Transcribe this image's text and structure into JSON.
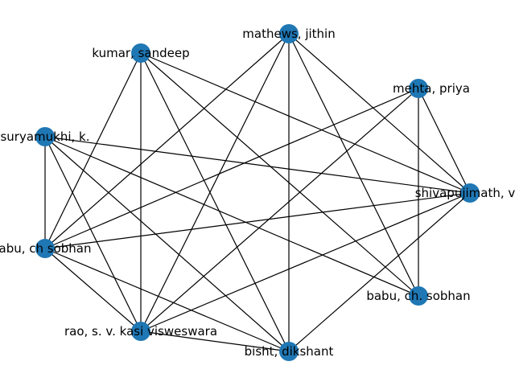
{
  "graph": {
    "node_color": "#1f77b4",
    "edge_color": "#000000",
    "nodes": [
      {
        "id": "mathews",
        "label": "mathews, jithin"
      },
      {
        "id": "kumar",
        "label": "kumar, sandeep"
      },
      {
        "id": "mehta",
        "label": "mehta, priya"
      },
      {
        "id": "surya",
        "label": "suryamukhi, k."
      },
      {
        "id": "shiva",
        "label": "shivapujimath, vis"
      },
      {
        "id": "babu_left",
        "label": "abu, ch sobhan"
      },
      {
        "id": "babu_right",
        "label": "babu, ch. sobhan"
      },
      {
        "id": "rao",
        "label": "rao, s. v. kasi visweswara"
      },
      {
        "id": "bisht",
        "label": "bisht, dikshant"
      }
    ],
    "edges": [
      [
        "mathews",
        "babu_left"
      ],
      [
        "mathews",
        "rao"
      ],
      [
        "mathews",
        "bisht"
      ],
      [
        "mathews",
        "shiva"
      ],
      [
        "mathews",
        "babu_right"
      ],
      [
        "kumar",
        "babu_left"
      ],
      [
        "kumar",
        "rao"
      ],
      [
        "kumar",
        "bisht"
      ],
      [
        "kumar",
        "shiva"
      ],
      [
        "kumar",
        "babu_right"
      ],
      [
        "mehta",
        "babu_left"
      ],
      [
        "mehta",
        "rao"
      ],
      [
        "mehta",
        "shiva"
      ],
      [
        "mehta",
        "babu_right"
      ],
      [
        "surya",
        "shiva"
      ],
      [
        "surya",
        "babu_right"
      ],
      [
        "surya",
        "babu_left"
      ],
      [
        "surya",
        "rao"
      ],
      [
        "surya",
        "bisht"
      ],
      [
        "shiva",
        "babu_left"
      ],
      [
        "shiva",
        "rao"
      ],
      [
        "shiva",
        "bisht"
      ],
      [
        "babu_left",
        "rao"
      ],
      [
        "babu_left",
        "bisht"
      ],
      [
        "rao",
        "bisht"
      ]
    ]
  }
}
